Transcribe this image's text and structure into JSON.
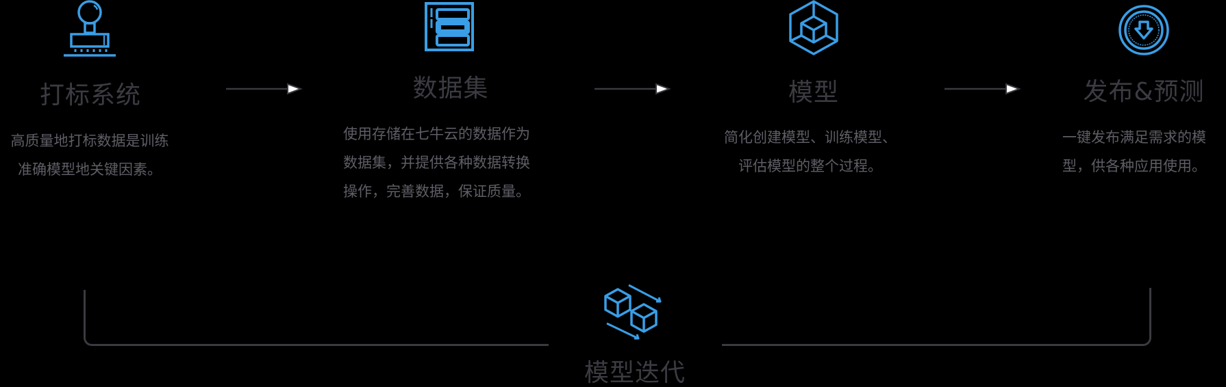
{
  "colors": {
    "background": "#000000",
    "icon_blue": "#3a9ee6",
    "title": "#3b3b42",
    "description": "#5e5e66",
    "connector": "#3a3a40",
    "arrowhead_fill": "#ffffff"
  },
  "steps": [
    {
      "icon": "stamp-icon",
      "title": "打标系统",
      "description_lines": [
        "高质量地打标数据是训练",
        "准确模型地关键因素。"
      ]
    },
    {
      "icon": "dataset-storage-icon",
      "title": "数据集",
      "description_lines": [
        "使用存储在七牛云的数据作为",
        "数据集，并提供各种数据转换",
        "操作，完善数据，保证质量。"
      ]
    },
    {
      "icon": "model-cube-icon",
      "title": "模型",
      "description_lines": [
        "简化创建模型、训练模型、",
        "评估模型的整个过程。"
      ]
    },
    {
      "icon": "publish-download-icon",
      "title": "发布&预测",
      "description_lines": [
        "一键发布满足需求的模",
        "型，供各种应用使用。"
      ]
    }
  ],
  "iteration": {
    "icon": "iteration-cubes-icon",
    "label": "模型迭代"
  }
}
